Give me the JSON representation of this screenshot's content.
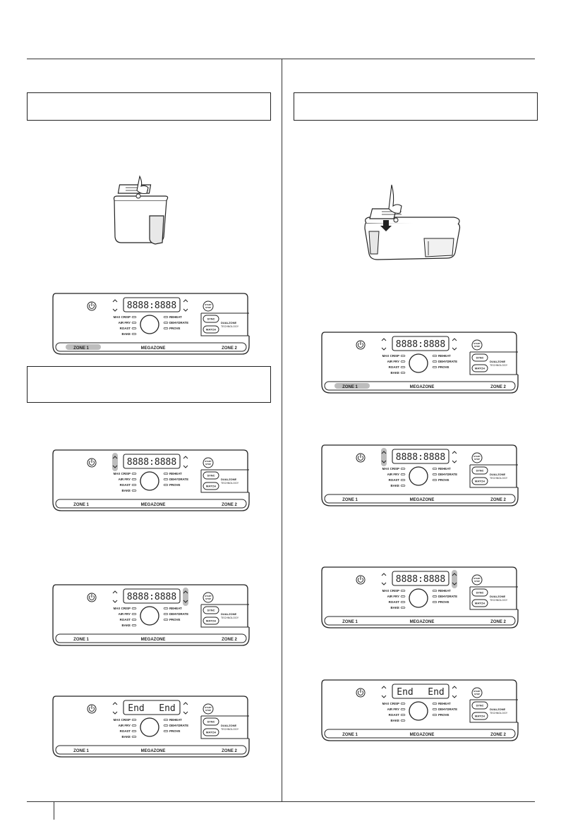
{
  "panel": {
    "display": "8888:8888",
    "end_left": "End",
    "end_right": "End",
    "functions_left": [
      "MAX CRISP",
      "AIR FRY",
      "ROAST",
      "BAKE"
    ],
    "functions_right": [
      "REHEAT",
      "DEHYDRATE",
      "PROVE"
    ],
    "start_stop": "START STOP",
    "sync": "SYNC",
    "match": "MATCH",
    "dualzone_line1": "DUALZONE",
    "dualzone_line2": "TECHNOLOGY",
    "zone1": "ZONE 1",
    "megazone": "MEGAZONE",
    "zone2": "ZONE 2"
  },
  "icons": [
    "power-icon",
    "up-arrow-icon",
    "down-arrow-icon",
    "press-down-arrow-icon"
  ]
}
